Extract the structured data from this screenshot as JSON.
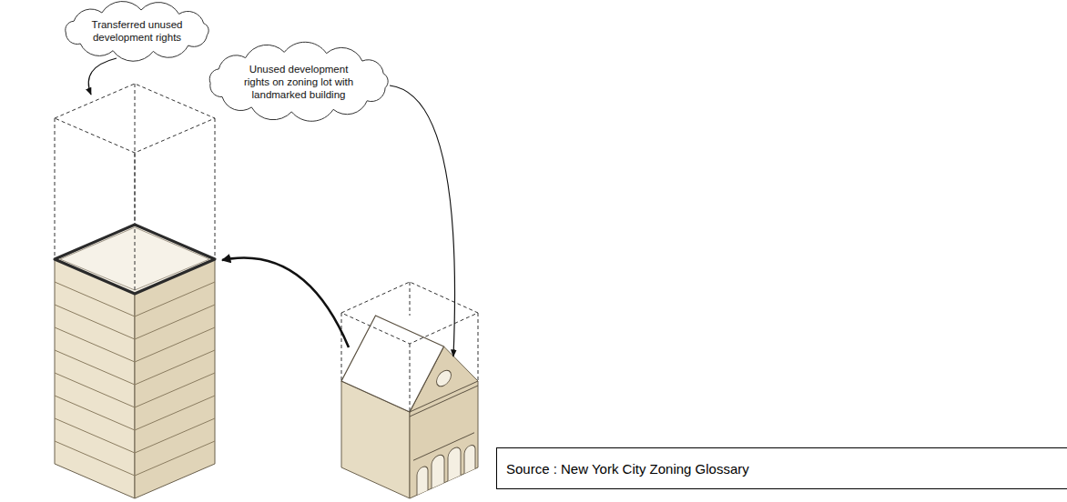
{
  "diagram": {
    "nodes": [
      {
        "text": [
          "Transferred unused development rights"
        ]
      },
      {
        "text": [
          "Unused development rights on zoning lot with landmarked building"
        ]
      },
      {
        "text": [
          "Source : New York City Zoning Glossary"
        ]
      }
    ]
  }
}
